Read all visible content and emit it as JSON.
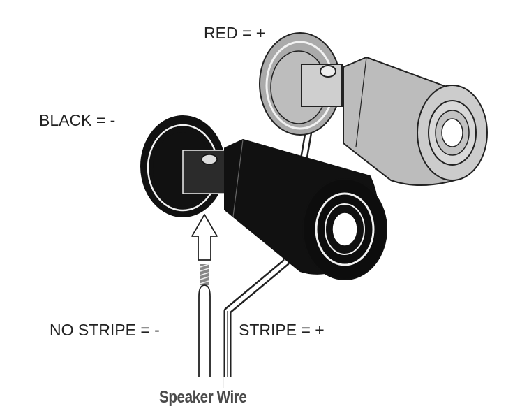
{
  "labels": {
    "red": "RED = +",
    "black": "BLACK = -",
    "no_stripe": "NO STRIPE = -",
    "stripe": "STRIPE = +"
  },
  "caption": "Speaker Wire",
  "colors": {
    "red_terminal": "#bdbdbd",
    "black_terminal": "#111111",
    "outline": "#222222",
    "wire": "#ffffff"
  }
}
